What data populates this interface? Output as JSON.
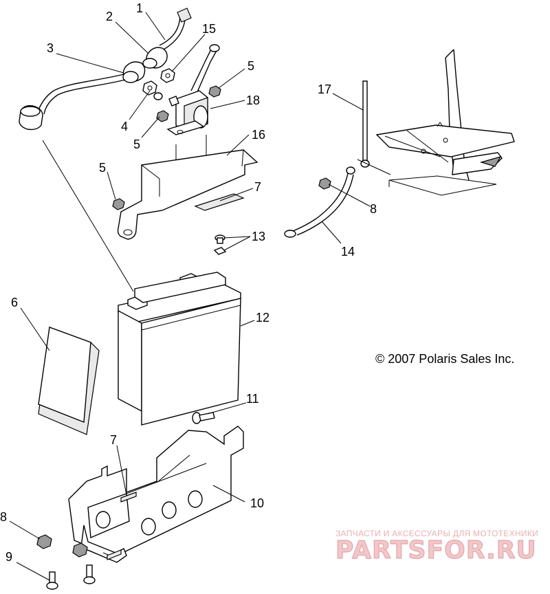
{
  "diagram": {
    "callouts": [
      {
        "id": "c1",
        "label": "1"
      },
      {
        "id": "c2",
        "label": "2"
      },
      {
        "id": "c15",
        "label": "15"
      },
      {
        "id": "c3",
        "label": "3"
      },
      {
        "id": "c5a",
        "label": "5"
      },
      {
        "id": "c18",
        "label": "18"
      },
      {
        "id": "c4",
        "label": "4"
      },
      {
        "id": "c5b",
        "label": "5"
      },
      {
        "id": "c16",
        "label": "16"
      },
      {
        "id": "c17",
        "label": "17"
      },
      {
        "id": "c5c",
        "label": "5"
      },
      {
        "id": "c7a",
        "label": "7"
      },
      {
        "id": "c8a",
        "label": "8"
      },
      {
        "id": "c13",
        "label": "13"
      },
      {
        "id": "c14",
        "label": "14"
      },
      {
        "id": "c6",
        "label": "6"
      },
      {
        "id": "c12",
        "label": "12"
      },
      {
        "id": "c11",
        "label": "11"
      },
      {
        "id": "c7b",
        "label": "7"
      },
      {
        "id": "c10",
        "label": "10"
      },
      {
        "id": "c8b",
        "label": "8"
      },
      {
        "id": "c9",
        "label": "9"
      }
    ],
    "copyright": "© 2007 Polaris Sales Inc."
  },
  "watermark": {
    "tagline": "ЗАПЧАСТИ И АКСЕССУАРЫ ДЛЯ МОТОТЕХНИКИ",
    "brand": "PARTSFOR.RU"
  }
}
